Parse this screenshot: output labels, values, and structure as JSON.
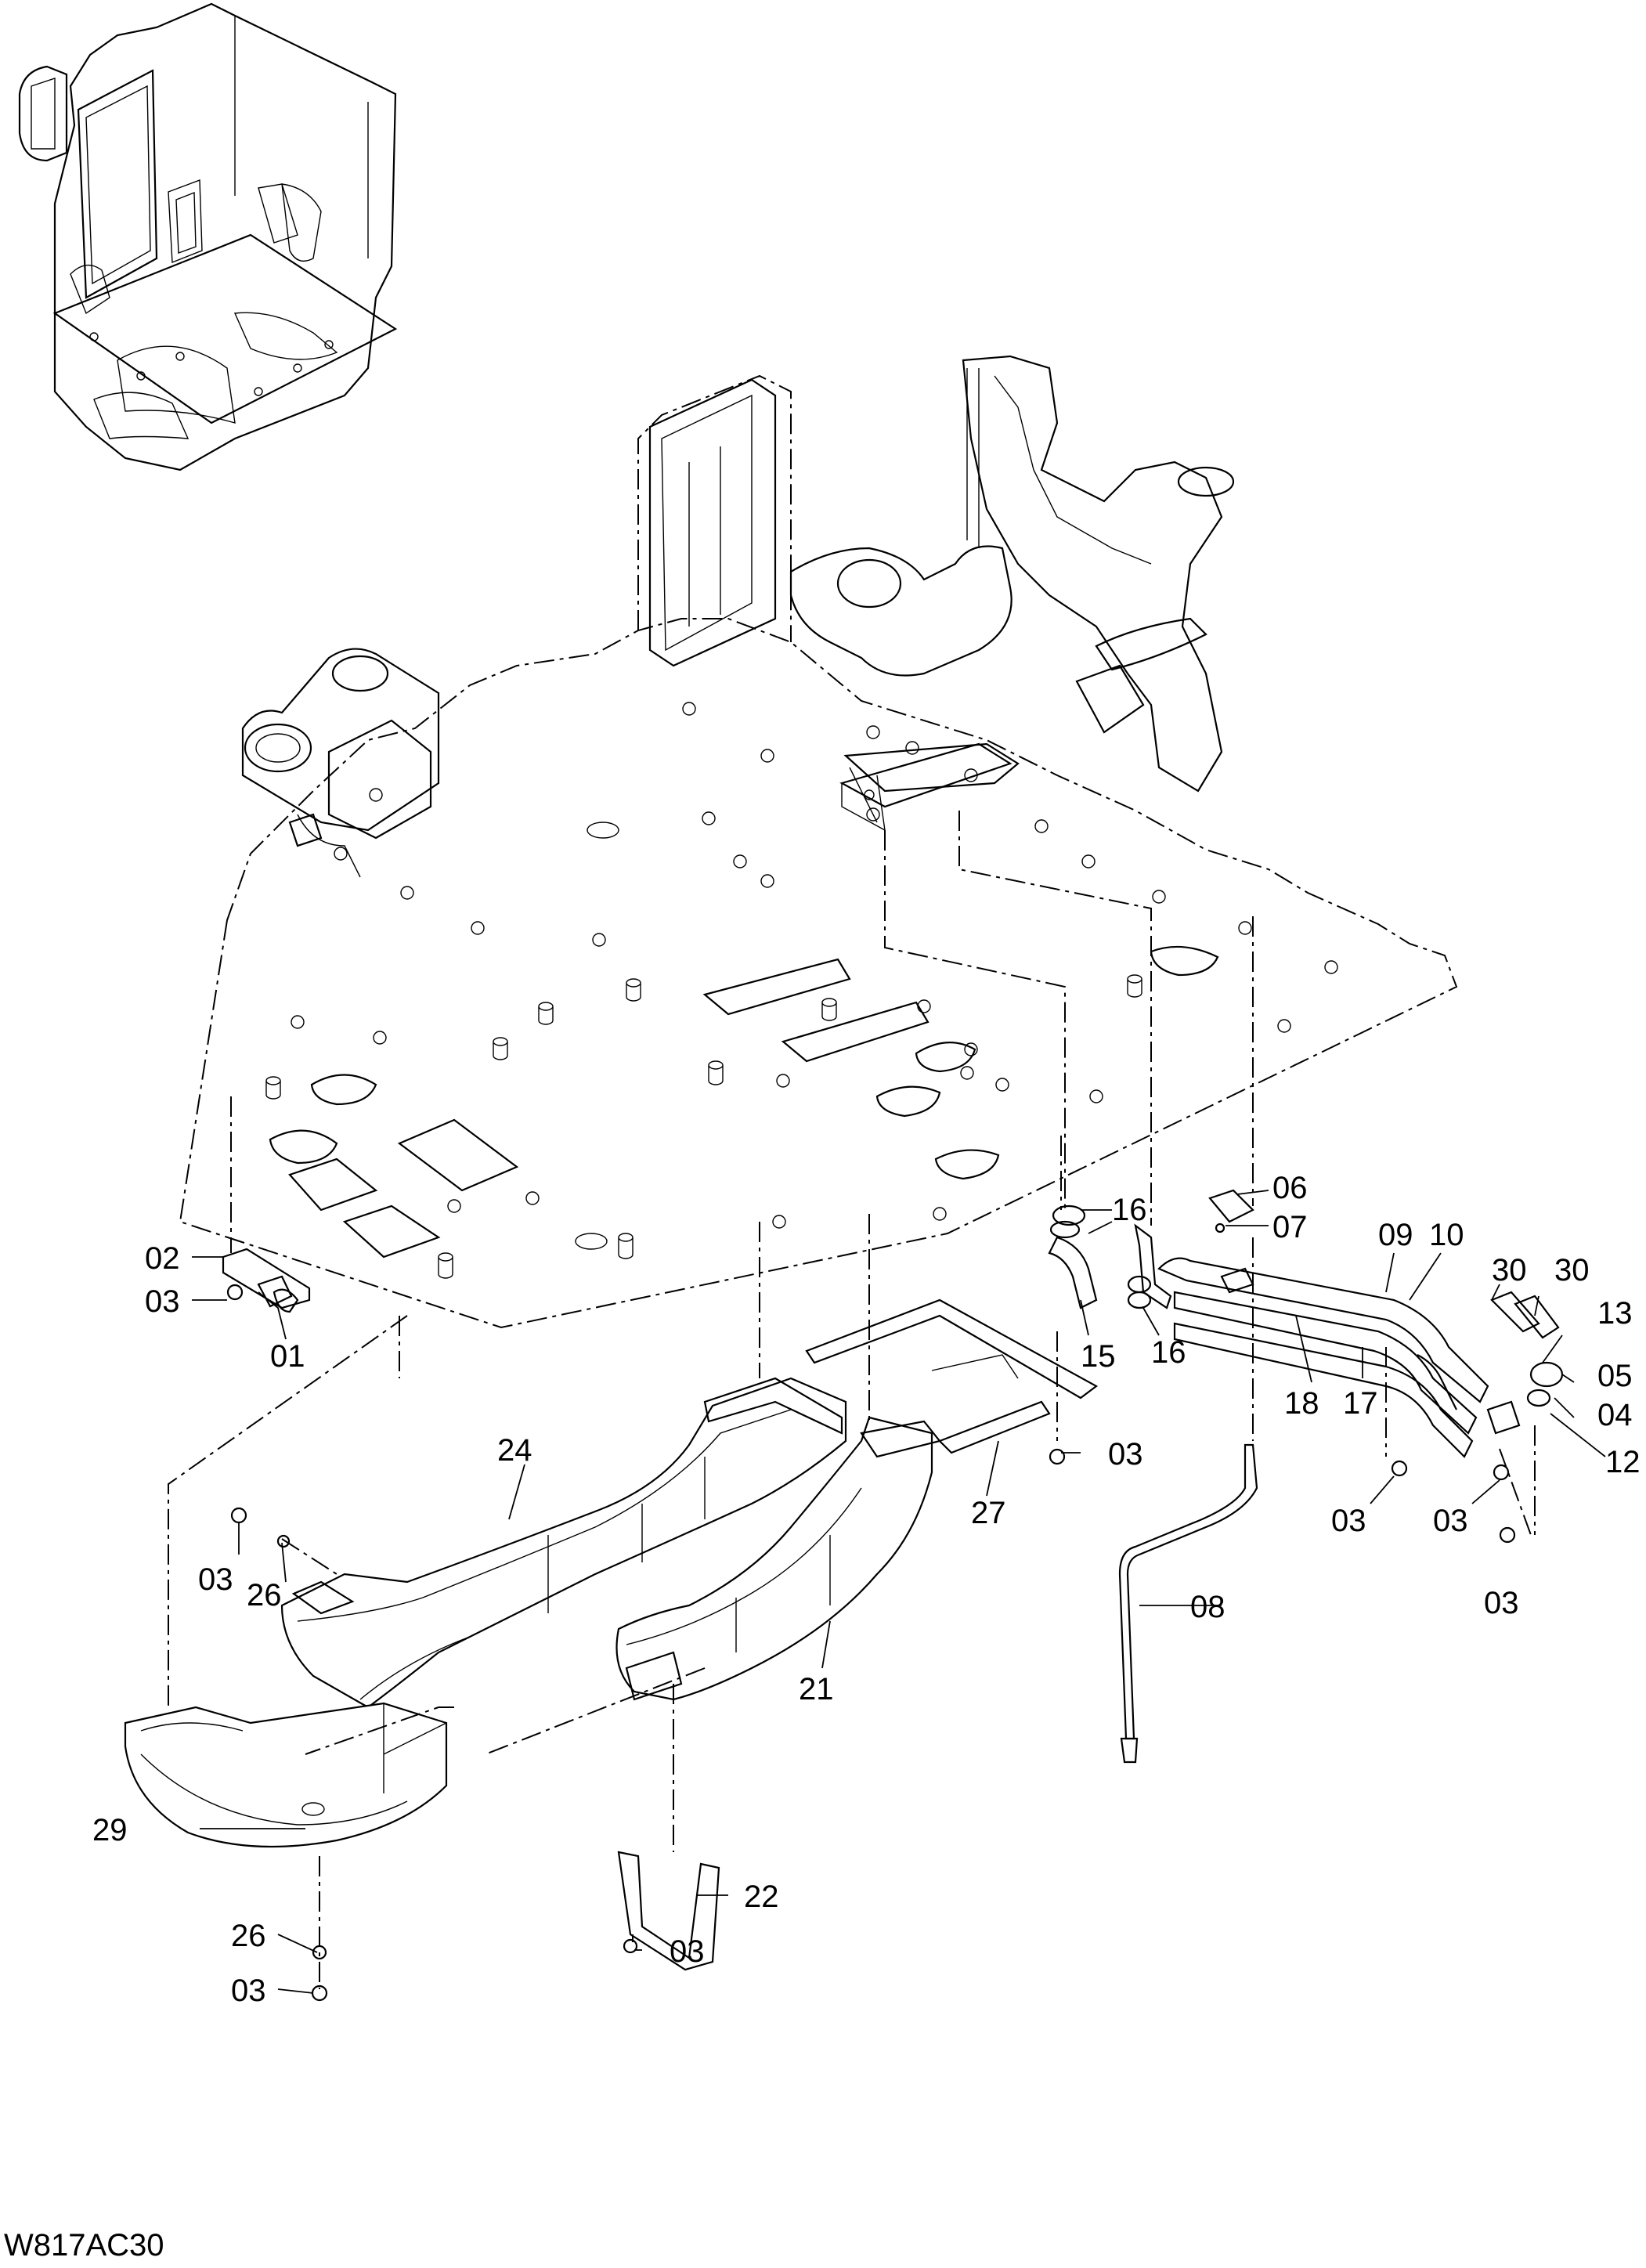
{
  "figure": {
    "code": "W817AC30"
  },
  "labels": {
    "l02": "02",
    "l03a": "03",
    "l01": "01",
    "l16a": "16",
    "l06": "06",
    "l07": "07",
    "l09": "09",
    "l10": "10",
    "l30a": "30",
    "l30b": "30",
    "l13": "13",
    "l05": "05",
    "l04": "04",
    "l12": "12",
    "l15": "15",
    "l16b": "16",
    "l18": "18",
    "l17": "17",
    "l24": "24",
    "l03b": "03",
    "l27": "27",
    "l03c": "03",
    "l03d": "03",
    "l03e": "03",
    "l03f": "03",
    "l26a": "26",
    "l08": "08",
    "l21": "21",
    "l29": "29",
    "l22": "22",
    "l03g": "03",
    "l26b": "26",
    "l03h": "03"
  }
}
